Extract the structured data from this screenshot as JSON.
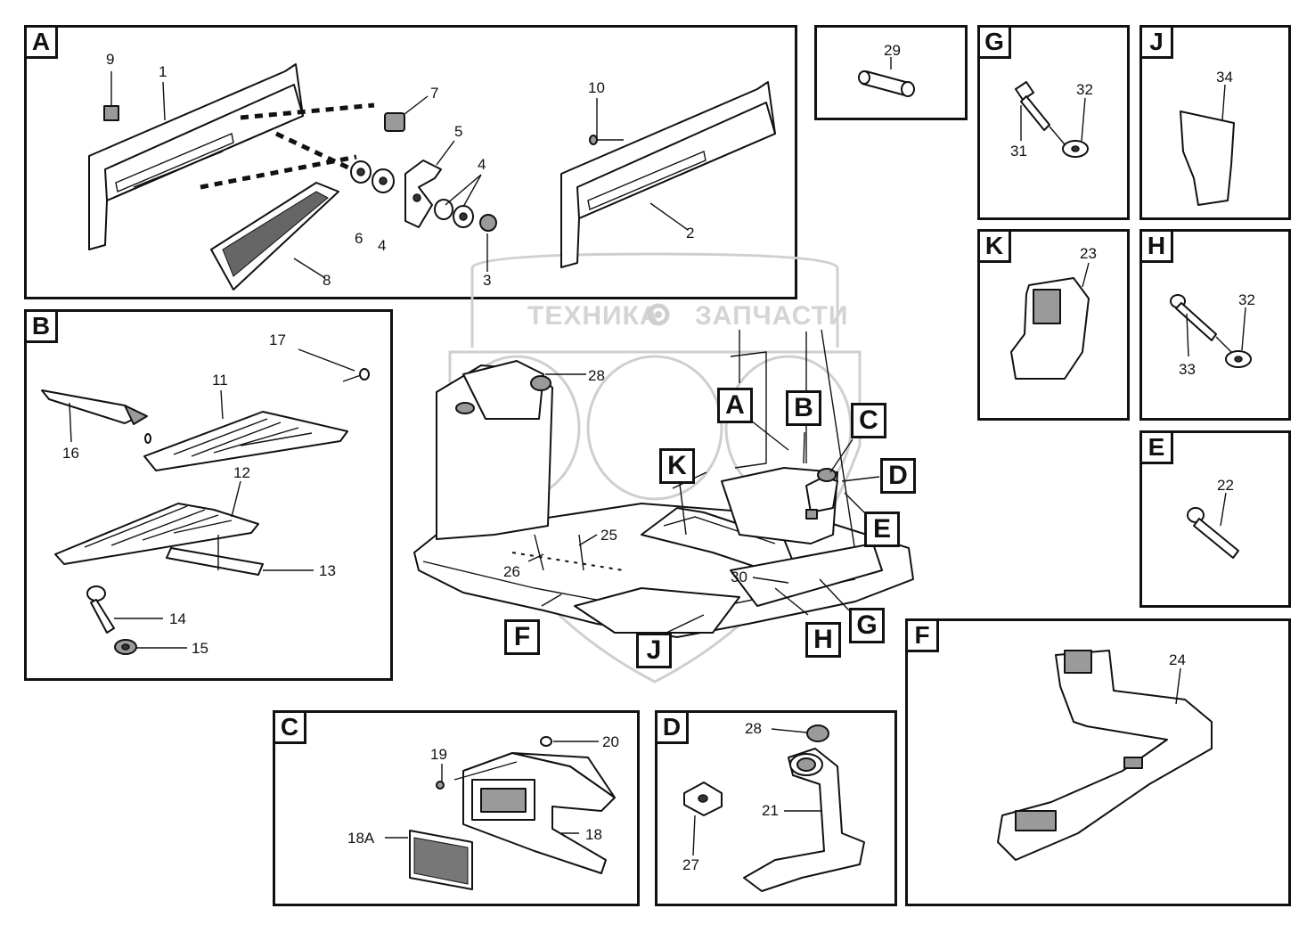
{
  "watermark": {
    "left_text": "ТЕХНИКА",
    "right_text": "ЗАПЧАСТИ",
    "gear_icon": "gear-icon",
    "color": "#d4d4d4"
  },
  "panels": {
    "A": "A",
    "B": "B",
    "C": "C",
    "D": "D",
    "E": "E",
    "F": "F",
    "G": "G",
    "H": "H",
    "J": "J",
    "K": "K"
  },
  "callouts": {
    "A": "A",
    "B": "B",
    "C": "C",
    "D": "D",
    "E": "E",
    "F": "F",
    "G": "G",
    "H": "H",
    "J": "J",
    "K": "K"
  },
  "parts": {
    "p1": "1",
    "p2": "2",
    "p3": "3",
    "p4a": "4",
    "p4b": "4",
    "p5": "5",
    "p6": "6",
    "p7": "7",
    "p8": "8",
    "p9": "9",
    "p10": "10",
    "p11": "11",
    "p12": "12",
    "p13": "13",
    "p14": "14",
    "p15": "15",
    "p16": "16",
    "p17": "17",
    "p18": "18",
    "p18A": "18A",
    "p19": "19",
    "p20": "20",
    "p21": "21",
    "p22": "22",
    "p23": "23",
    "p24": "24",
    "p25": "25",
    "p26": "26",
    "p27": "27",
    "p28a": "28",
    "p28b": "28",
    "p29": "29",
    "p30": "30",
    "p31": "31",
    "p32a": "32",
    "p32b": "32",
    "p33": "33",
    "p34": "34"
  }
}
